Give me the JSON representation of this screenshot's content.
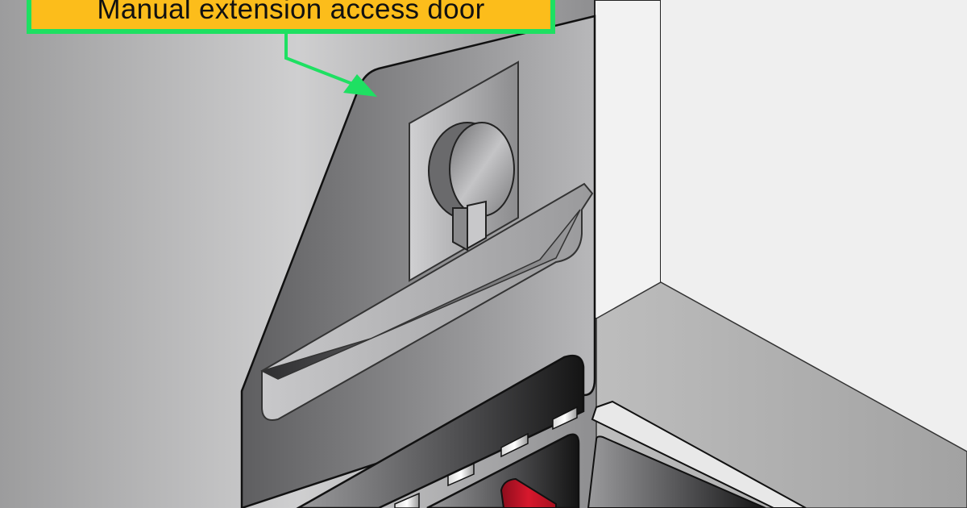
{
  "figure": {
    "type": "technical-illustration",
    "subject": "Cabinet-mounted manual extension access door with keyhole slot and tray"
  },
  "callout": {
    "label": "Manual extension access door",
    "fill_color": "#fcbd1b",
    "border_color": "#1ee062",
    "arrow_color": "#1ee062"
  },
  "colors": {
    "background_wall_left": "#a8a8a9",
    "back_wall_light": "#efefef",
    "door_panel": "#7a7a7c",
    "floor": "#adadad",
    "slot_dark": "#2a2a2a",
    "red_handle": "#c8142a"
  }
}
